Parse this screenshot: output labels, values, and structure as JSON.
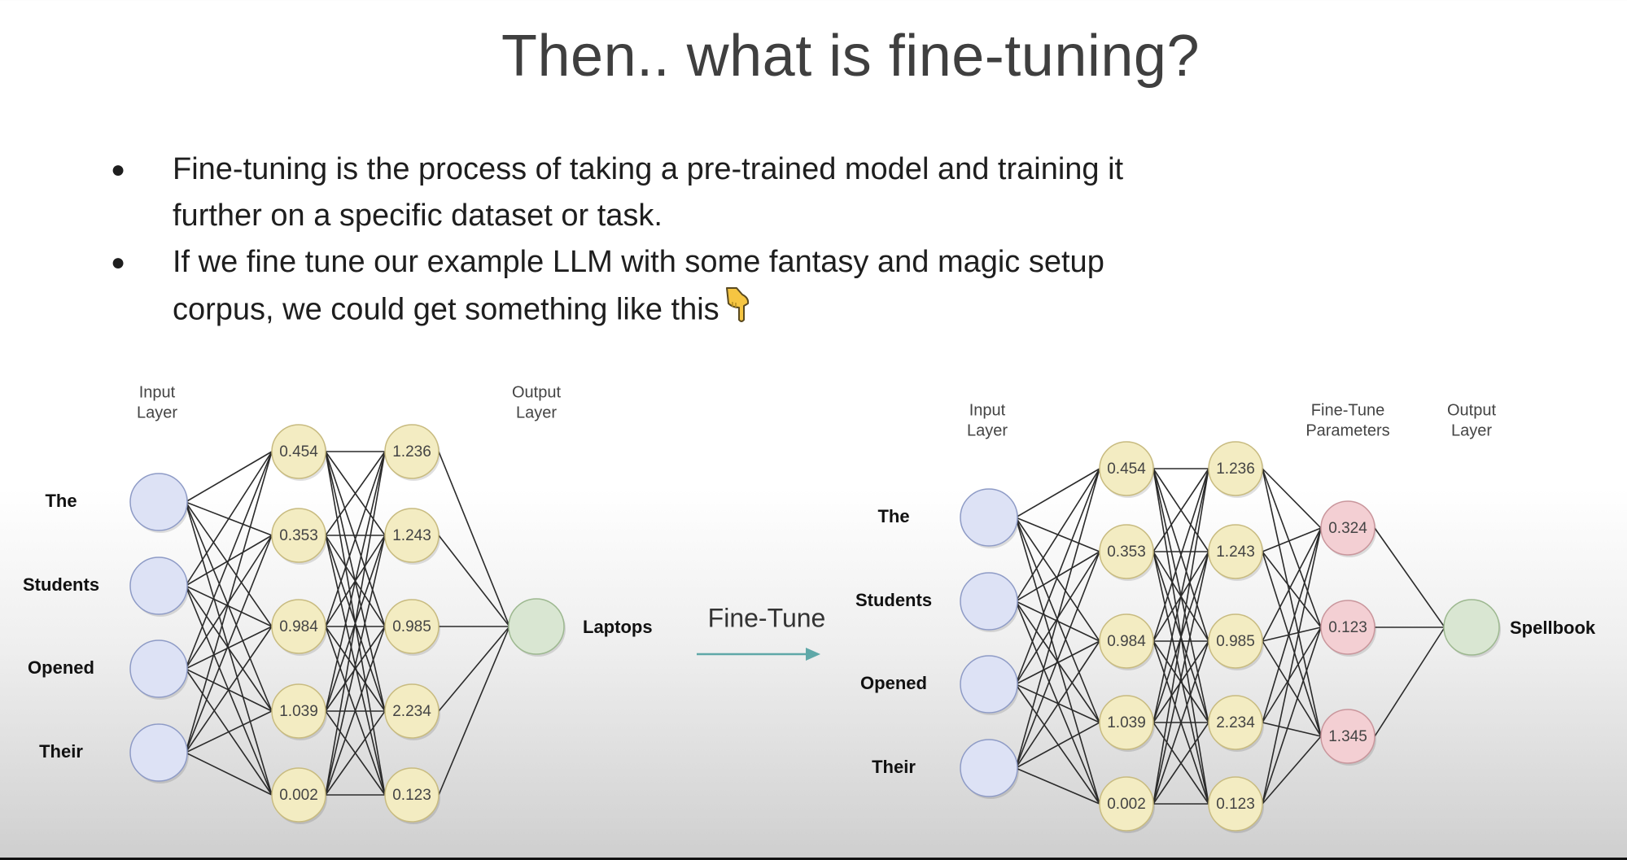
{
  "slide": {
    "title": "Then.. what is fine-tuning?",
    "bullets": [
      {
        "lines": [
          "Fine-tuning is the process of taking a pre-trained model and training it",
          "further on a specific dataset or task."
        ]
      },
      {
        "lines": [
          "If we fine tune our example LLM with some fantasy and magic setup",
          "corpus, we could get something like this"
        ],
        "trailing_icon": "pointing-down-hand-icon"
      }
    ]
  },
  "transition": {
    "label": "Fine-Tune",
    "arrow_color": "#5fa8a8"
  },
  "colors": {
    "input_node": "#dde2f5",
    "input_stroke": "#8e9bc6",
    "hidden_node": "#f3ecc2",
    "hidden_stroke": "#c8bb80",
    "finetune_node": "#f3cfd3",
    "finetune_stroke": "#c9969c",
    "output_node": "#d9e6d2",
    "output_stroke": "#9db890",
    "edge": "#2a2a2a",
    "text": "#444444"
  },
  "left_network": {
    "headers": {
      "input": [
        "Input",
        "Layer"
      ],
      "output": [
        "Output",
        "Layer"
      ]
    },
    "input_words": [
      "The",
      "Students",
      "Opened",
      "Their"
    ],
    "hidden1": [
      "0.454",
      "0.353",
      "0.984",
      "1.039",
      "0.002"
    ],
    "hidden2": [
      "1.236",
      "1.243",
      "0.985",
      "2.234",
      "0.123"
    ],
    "output_word": "Laptops"
  },
  "right_network": {
    "headers": {
      "input": [
        "Input",
        "Layer"
      ],
      "finetune": [
        "Fine-Tune",
        "Parameters"
      ],
      "output": [
        "Output",
        "Layer"
      ]
    },
    "input_words": [
      "The",
      "Students",
      "Opened",
      "Their"
    ],
    "hidden1": [
      "0.454",
      "0.353",
      "0.984",
      "1.039",
      "0.002"
    ],
    "hidden2": [
      "1.236",
      "1.243",
      "0.985",
      "2.234",
      "0.123"
    ],
    "finetune": [
      "0.324",
      "0.123",
      "1.345"
    ],
    "output_word": "Spellbook"
  }
}
